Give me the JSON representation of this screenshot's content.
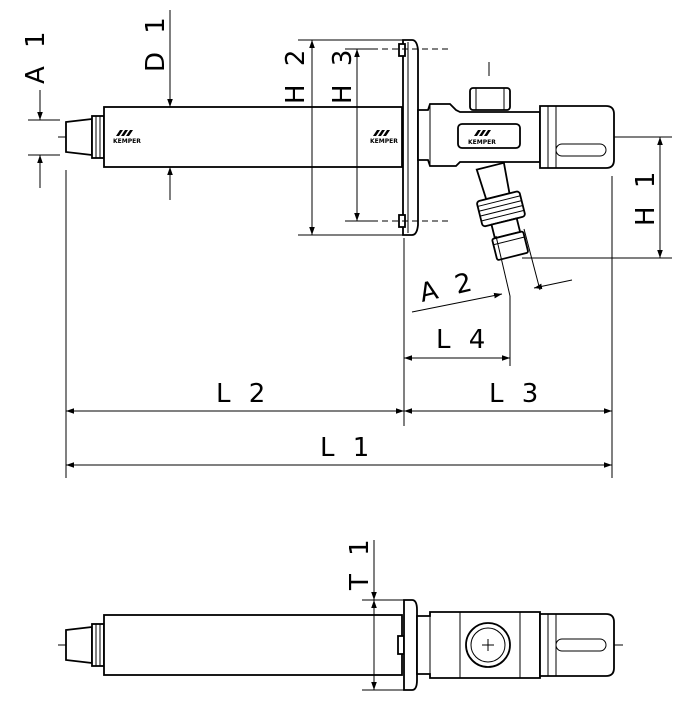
{
  "labels": {
    "a1": "A 1",
    "d1": "D 1",
    "h2": "H 2",
    "h3": "H 3",
    "h1": "H 1",
    "a2": "A 2",
    "l4": "L 4",
    "l2": "L 2",
    "l3": "L 3",
    "l1": "L 1",
    "t1": "T 1"
  },
  "logo": {
    "brand": "KEMPER"
  }
}
